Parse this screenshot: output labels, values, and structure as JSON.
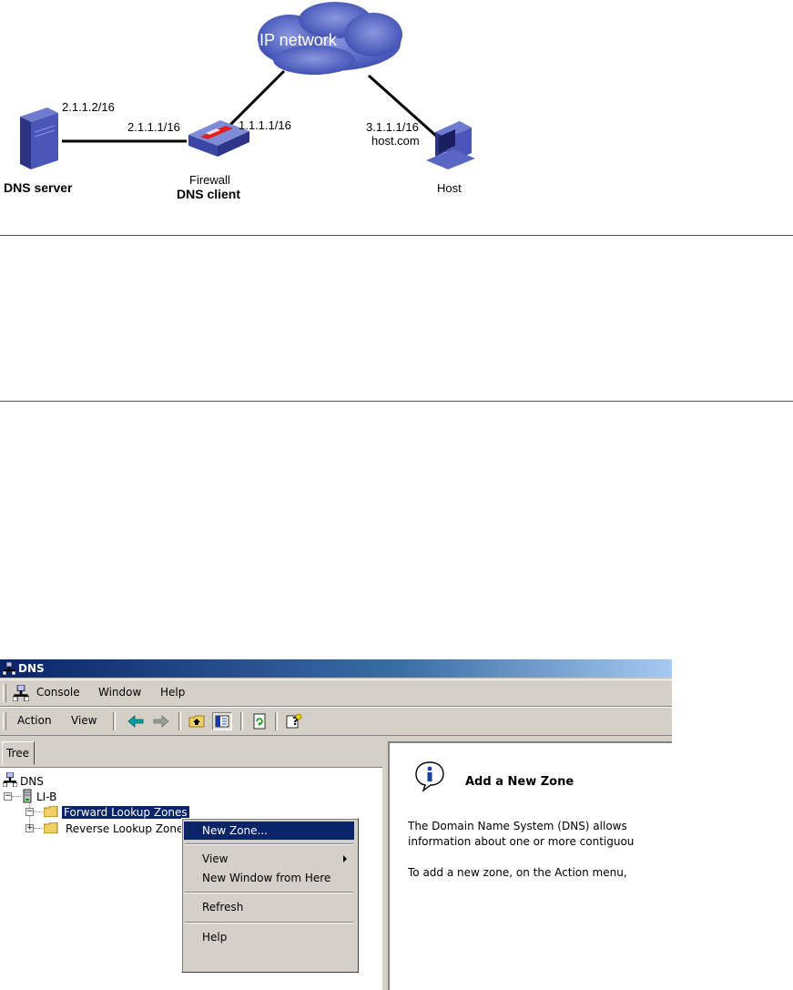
{
  "diagram": {
    "cloud_label": "IP network",
    "dns_server": {
      "name": "DNS server",
      "ip": "2.1.1.2/16"
    },
    "firewall": {
      "name": "Firewall",
      "role": "DNS client",
      "ip_left": "2.1.1.1/16",
      "ip_right": "1.1.1.1/16"
    },
    "host": {
      "name": "Host",
      "ip": "3.1.1.1/16",
      "domain": "host.com"
    }
  },
  "window": {
    "title": "DNS",
    "menu": [
      "Console",
      "Window",
      "Help"
    ],
    "action_menu": [
      "Action",
      "View"
    ],
    "tab": "Tree",
    "tree": {
      "root": "DNS",
      "server": "LI-B",
      "forward": "Forward Lookup Zones",
      "reverse": "Reverse Lookup Zones"
    },
    "context_menu": {
      "new_zone": "New Zone...",
      "view": "View",
      "new_window": "New Window from Here",
      "refresh": "Refresh",
      "help": "Help"
    },
    "info": {
      "heading": "Add a New Zone",
      "para1_line1": "The Domain Name System (DNS) allows",
      "para1_line2": "information about one or more contiguou",
      "para2": "To add a new zone, on the Action menu,"
    }
  },
  "colors": {
    "cloud": "#3a4bb0",
    "titlebar": "#0a246a",
    "selection": "#0a246a",
    "chrome": "#d4d0c8"
  },
  "icons": [
    "cloud-icon",
    "server-icon",
    "firewall-icon",
    "host-computer-icon",
    "dns-icon",
    "server-node-icon",
    "folder-icon",
    "back-arrow-icon",
    "forward-arrow-icon",
    "up-folder-icon",
    "show-hide-tree-icon",
    "refresh-icon",
    "help-icon",
    "info-icon",
    "submenu-arrow-icon"
  ]
}
